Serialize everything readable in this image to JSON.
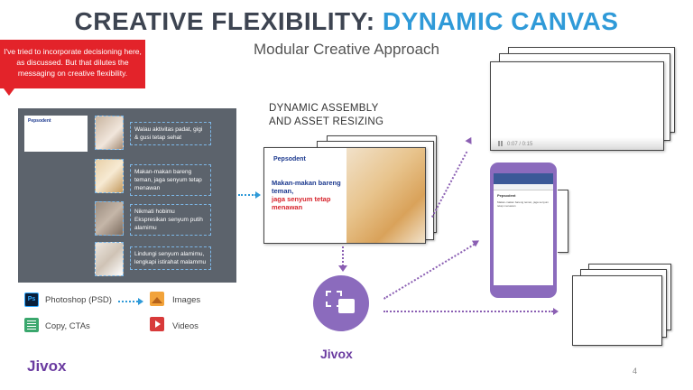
{
  "slide": {
    "title_dark": "CREATIVE FLEXIBILITY: ",
    "title_accent": "DYNAMIC CANVAS",
    "subtitle": "Modular Creative Approach",
    "page_number": "4"
  },
  "callout": {
    "text": "I've tried to incorporate decisioning here, as discussed. But that dilutes the messaging on creative flexibility."
  },
  "assets_panel": {
    "logo_text": "Pepsodent",
    "captions": [
      "Walau aktivitas padat, gigi & gusi tetap sehat",
      "Makan-makan bareng teman, jaga senyum tetap menawan",
      "Nikmati hobimu Ekspresikan senyum putih alamimu",
      "Lindungi senyum alamimu, lengkapi istirahat malammu"
    ]
  },
  "legend": {
    "photoshop": "Photoshop (PSD)",
    "copy": "Copy, CTAs",
    "images": "Images",
    "videos": "Videos",
    "ps_glyph": "Ps"
  },
  "dynamic": {
    "label_line1": "DYNAMIC ASSEMBLY",
    "label_line2": "AND ASSET RESIZING",
    "ad_brand": "Pepsodent",
    "ad_line1": "Makan-makan bareng teman,",
    "ad_line2": "jaga senyum tetap menawan"
  },
  "jivox": {
    "label": "Jivox"
  },
  "outputs": {
    "video_time": "0:07 / 0:15",
    "phone_brand": "Pepsodent",
    "phone_text": "Makan-makan bareng teman, jaga senyum tetap menawan"
  },
  "footer": {
    "logo": "Jivox"
  },
  "colors": {
    "accent_blue": "#2f9ad8",
    "title_dark": "#3d4451",
    "callout_red": "#e3232a",
    "jivox_purple": "#8b6bbd",
    "panel_gray": "#5c636c"
  }
}
